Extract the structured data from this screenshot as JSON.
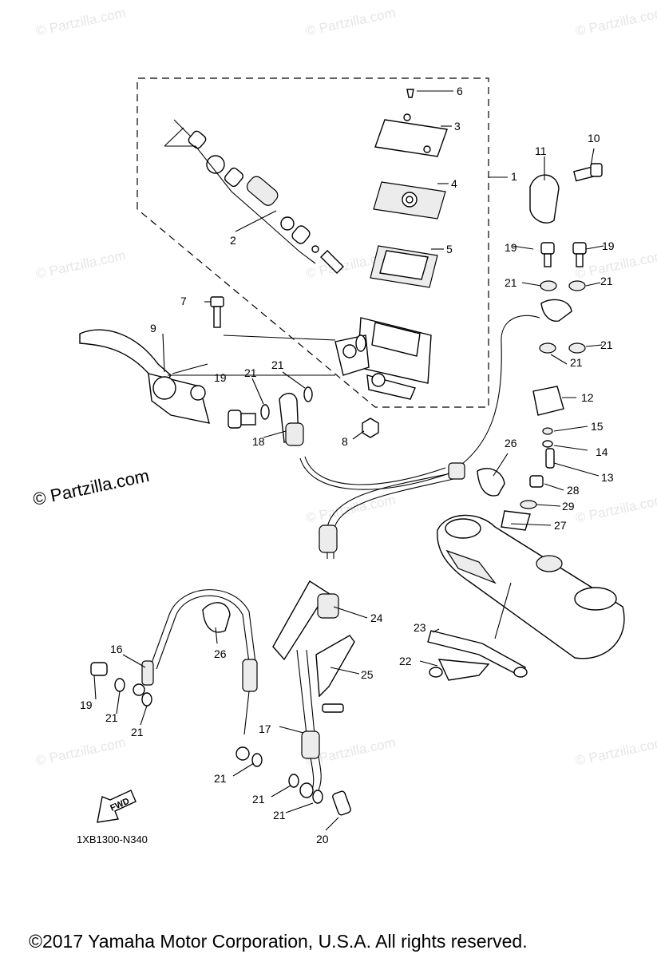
{
  "watermark": "© Partzilla.com",
  "site_logo": "© Partzilla.com",
  "diagram_code": "1XB1300-N340",
  "fwd_arrow": "FWD",
  "copyright": "©2017 Yamaha Motor Corporation, U.S.A. All rights reserved.",
  "callouts": [
    "1",
    "2",
    "3",
    "4",
    "5",
    "6",
    "7",
    "8",
    "9",
    "10",
    "11",
    "12",
    "13",
    "14",
    "15",
    "16",
    "17",
    "18",
    "19",
    "19",
    "19",
    "19",
    "20",
    "21",
    "21",
    "21",
    "21",
    "21",
    "21",
    "21",
    "21",
    "21",
    "21",
    "21",
    "22",
    "23",
    "24",
    "25",
    "26",
    "26",
    "27",
    "28",
    "29"
  ]
}
